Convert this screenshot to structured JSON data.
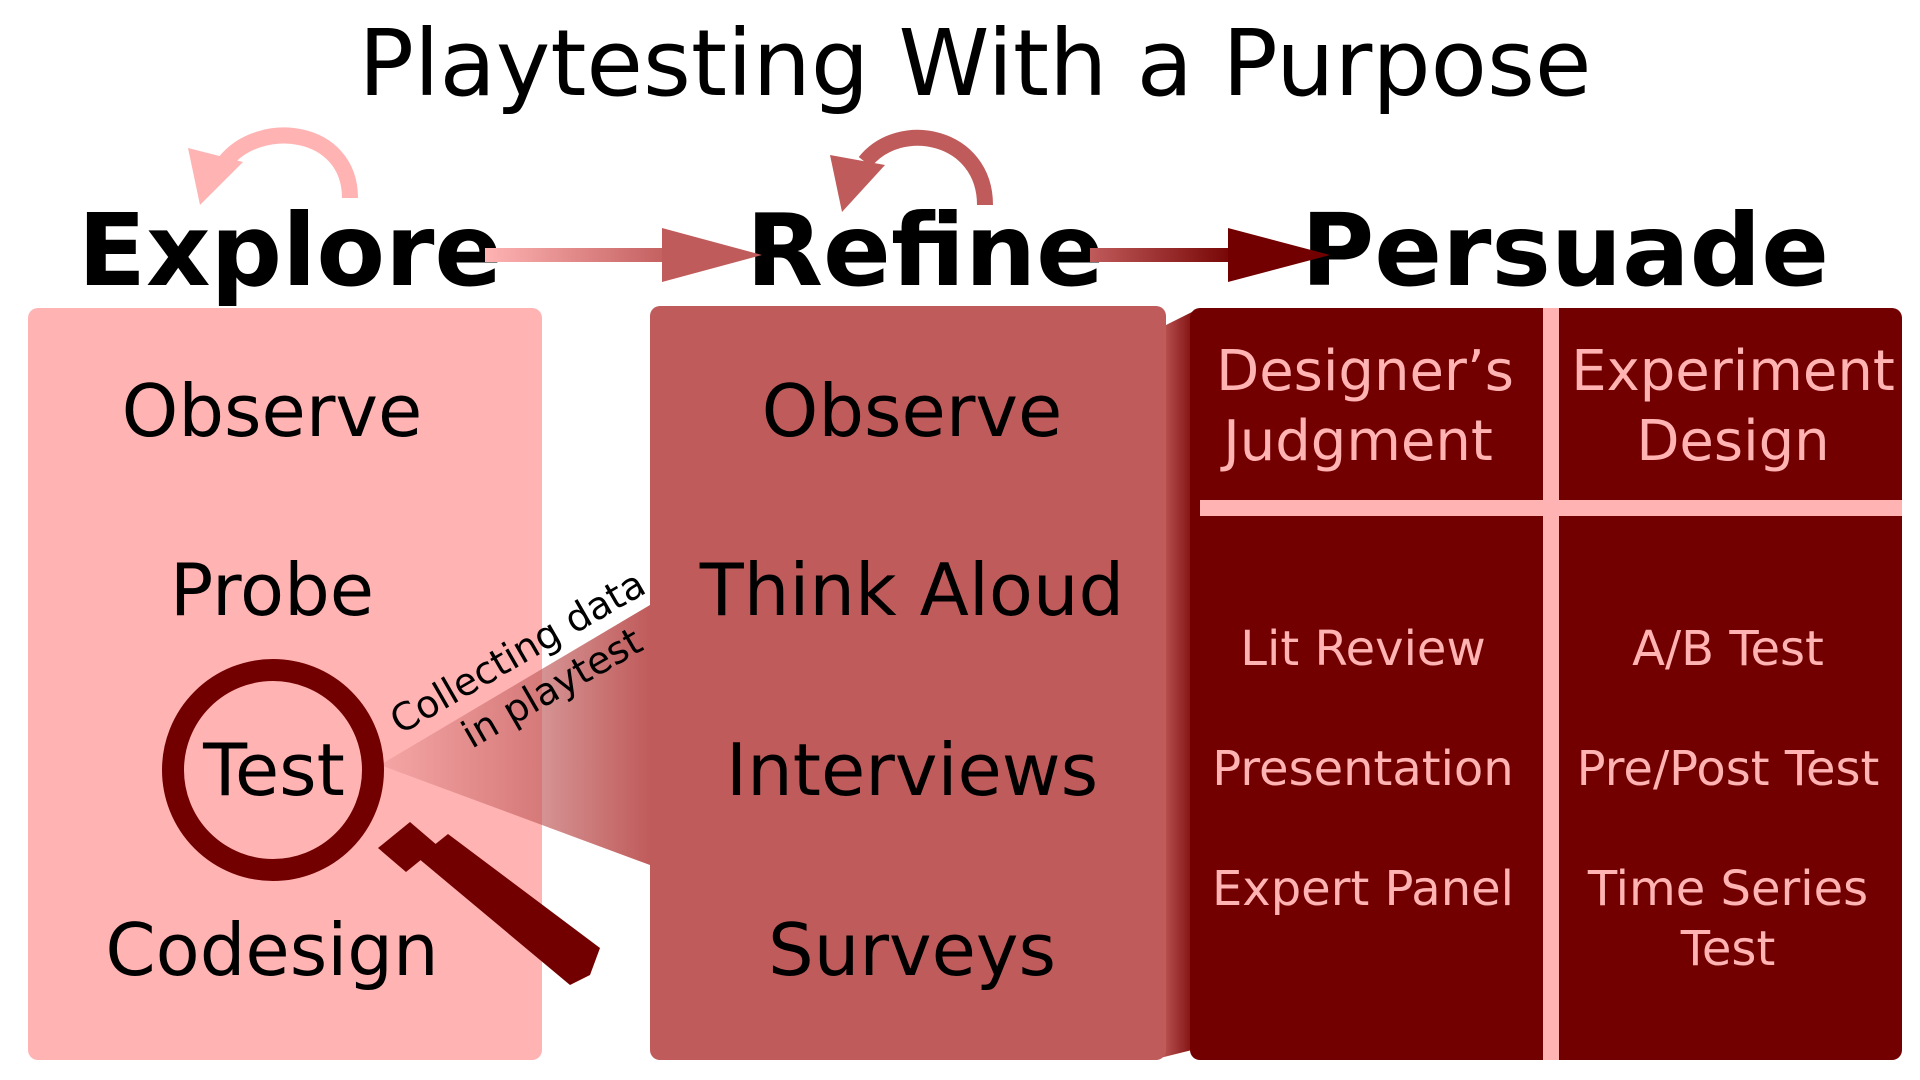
{
  "title": "Playtesting With a Purpose",
  "colors": {
    "explore_fill": "#ffb3b3",
    "refine_fill": "#c05b5b",
    "persuade_fill": "#730000",
    "persuade_text": "#ffb3b3",
    "loop_light": "#ffb3b3",
    "loop_medium": "#c05b5b",
    "text_dark": "#000000"
  },
  "stages": {
    "explore": {
      "heading": "Explore",
      "items": [
        "Observe",
        "Probe",
        "Test",
        "Codesign"
      ]
    },
    "refine": {
      "heading": "Refine",
      "items": [
        "Observe",
        "Think Aloud",
        "Interviews",
        "Surveys"
      ]
    },
    "persuade": {
      "heading": "Persuade",
      "columns": [
        {
          "header": [
            "Designer’s",
            "Judgment"
          ],
          "items": [
            "Lit Review",
            "Presentation",
            "Expert Panel"
          ]
        },
        {
          "header": [
            "Experiment",
            "Design"
          ],
          "items": [
            "A/B Test",
            "Pre/Post Test",
            "Time Series",
            "Test"
          ]
        }
      ]
    }
  },
  "callout": {
    "lines": [
      "Collecting data",
      "in playtest"
    ],
    "icon": "magnifying-glass-icon"
  }
}
